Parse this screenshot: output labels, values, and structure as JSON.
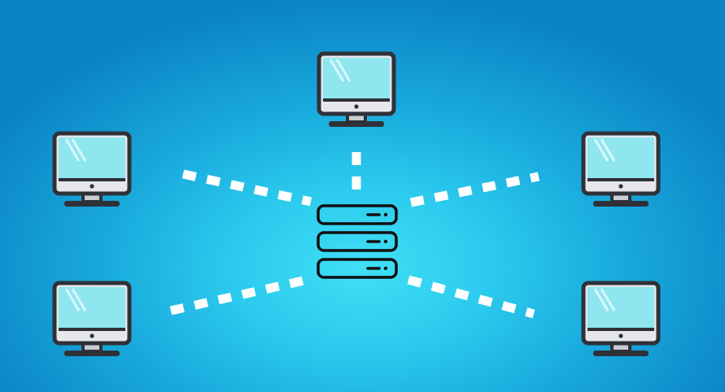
{
  "diagram": {
    "type": "network-topology",
    "center_node": {
      "kind": "server",
      "icon": "server-rack-icon"
    },
    "outer_nodes": [
      {
        "kind": "computer",
        "icon": "desktop-monitor-icon",
        "position": "top"
      },
      {
        "kind": "computer",
        "icon": "desktop-monitor-icon",
        "position": "upper-left"
      },
      {
        "kind": "computer",
        "icon": "desktop-monitor-icon",
        "position": "upper-right"
      },
      {
        "kind": "computer",
        "icon": "desktop-monitor-icon",
        "position": "lower-left"
      },
      {
        "kind": "computer",
        "icon": "desktop-monitor-icon",
        "position": "lower-right"
      }
    ],
    "connection_style": "dashed",
    "colors": {
      "background_center": "#3fe0f6",
      "background_edge": "#0b84c4",
      "connection": "#ffffff",
      "monitor_frame": "#2f3138",
      "monitor_screen": "#8fe6ef",
      "monitor_chin": "#e6e7eb",
      "server_outline": "#111111"
    }
  }
}
